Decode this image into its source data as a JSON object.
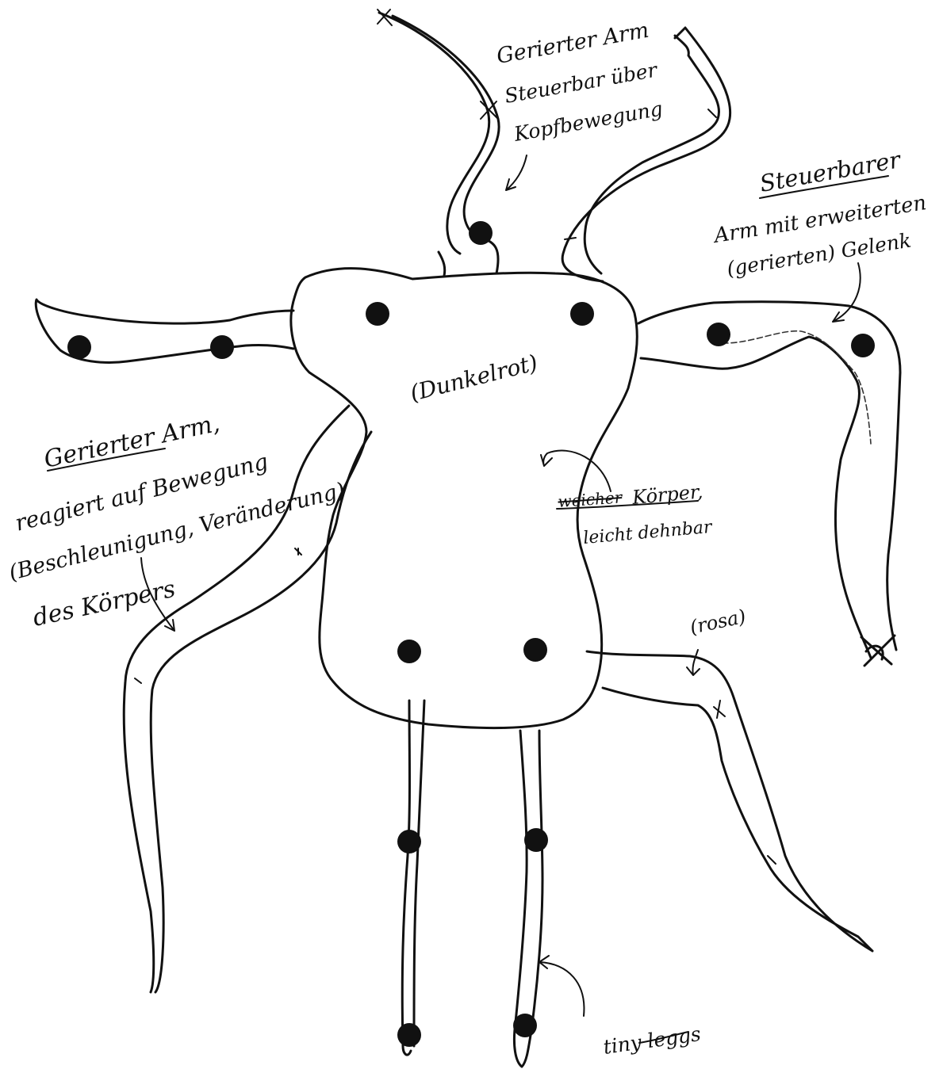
{
  "annotations": {
    "top_arm_line1": "Gerierter Arm",
    "top_arm_line2": "Steuerbar über",
    "top_arm_line3": "Kopfbewegung",
    "steerable_title": "Steuerbarer",
    "steerable_line2": "Arm mit erweiterten",
    "steerable_line3": "(gerierten) Gelenk",
    "body_color": "(Dunkelrot)",
    "left_arm_title": "Gerierter Arm,",
    "left_arm_line2": "reagiert auf Bewegung",
    "left_arm_line3": "(Beschleunigung, Veränderung)",
    "left_arm_line4": "des Körpers",
    "body_struck_word": "weicher",
    "body_line1": "Körper,",
    "body_line2": "leicht dehnbar",
    "leg_color": "(rosa)",
    "tiny_legs": "tiny leggs"
  },
  "colors": {
    "ink": "#111111",
    "paper": "#ffffff"
  }
}
